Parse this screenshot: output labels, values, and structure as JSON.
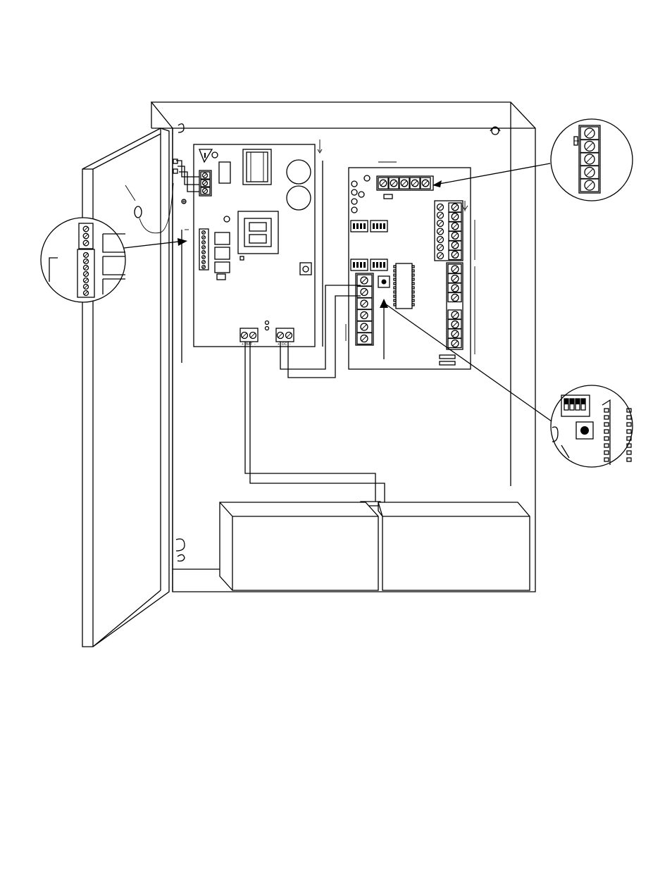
{
  "diagram": {
    "colors": {
      "line": "#000000",
      "background": "#ffffff"
    },
    "components": [
      {
        "id": "enclosure",
        "icon": "cabinet-box"
      },
      {
        "id": "door",
        "icon": "hinged-door"
      },
      {
        "id": "power-supply-board",
        "icon": "circuit-board"
      },
      {
        "id": "control-module-board",
        "icon": "circuit-board"
      },
      {
        "id": "battery-left",
        "icon": "battery"
      },
      {
        "id": "battery-right",
        "icon": "battery"
      },
      {
        "id": "callout-top-right",
        "icon": "magnifier-terminal-strip"
      },
      {
        "id": "callout-left",
        "icon": "magnifier-terminal-blocks"
      },
      {
        "id": "callout-bottom-right",
        "icon": "magnifier-pushbutton"
      }
    ],
    "label_marks": [
      "+",
      "BAT",
      "-",
      "+",
      "DC",
      "-"
    ]
  }
}
